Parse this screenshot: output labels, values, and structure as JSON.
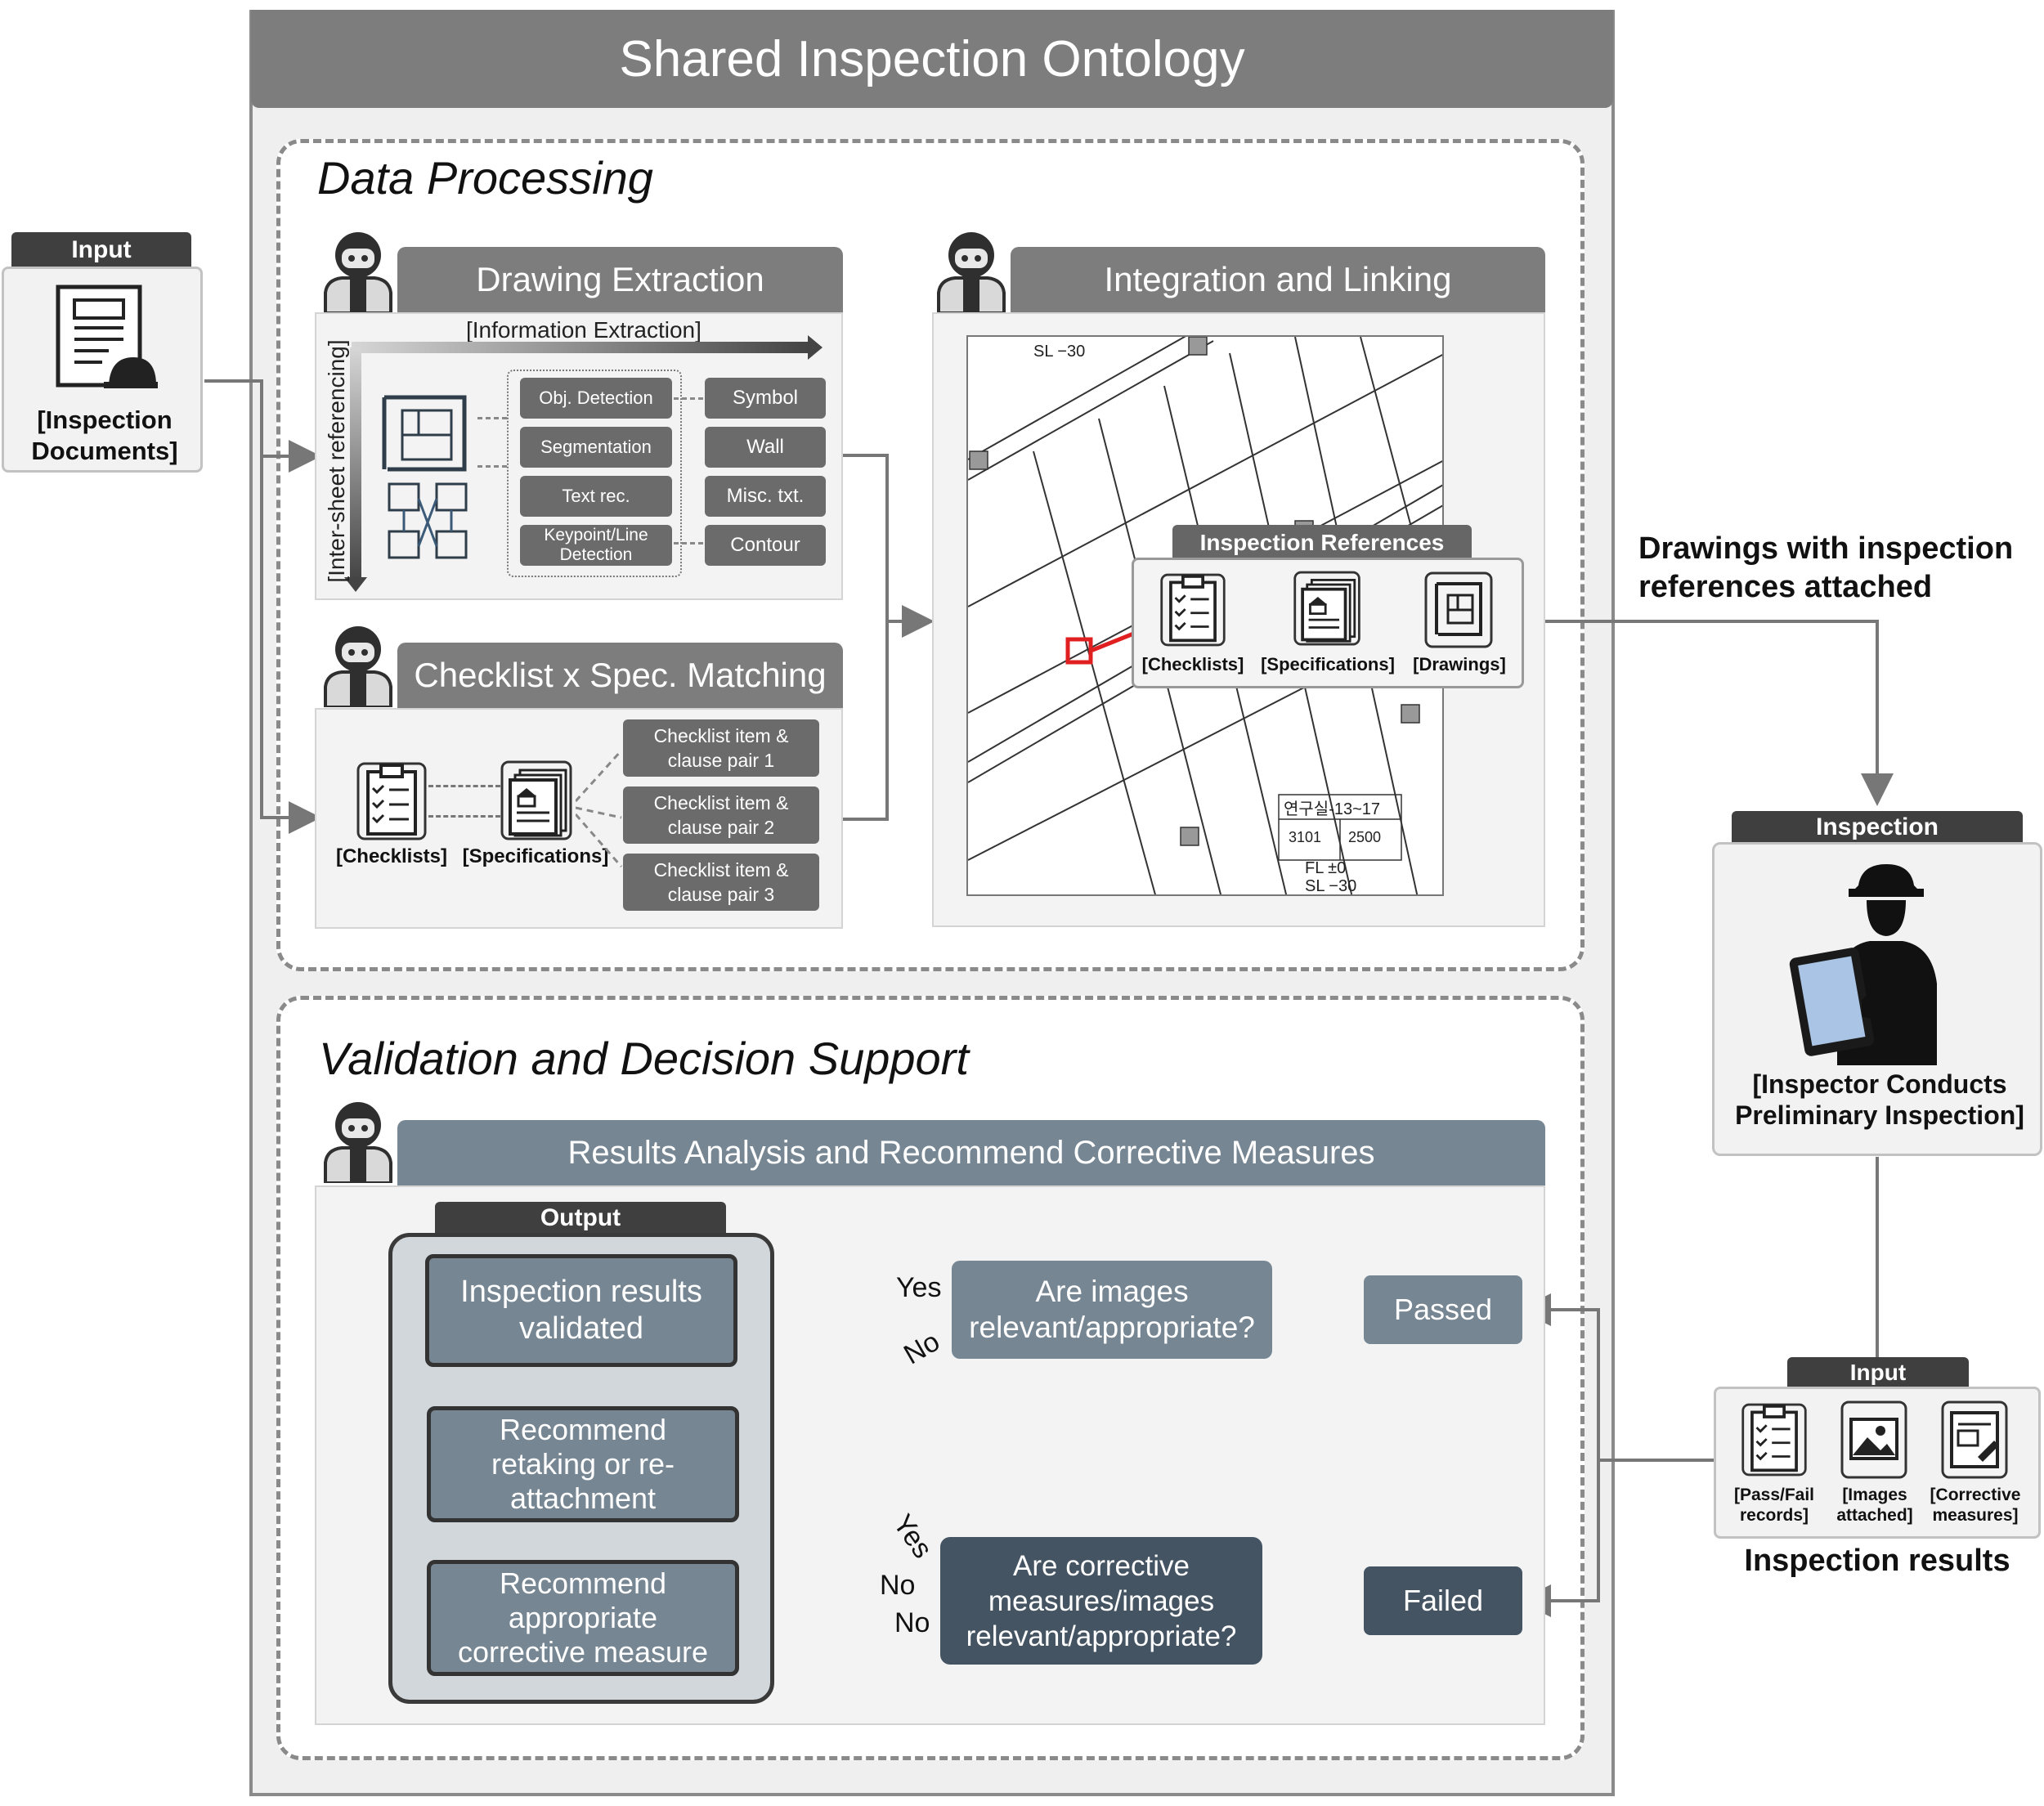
{
  "main_title": "Shared Inspection Ontology",
  "input_left": {
    "tab": "Input",
    "label": "[Inspection Documents]"
  },
  "data_processing": {
    "title": "Data Processing",
    "drawing_extraction": {
      "title": "Drawing Extraction",
      "info_extraction": "[Information Extraction]",
      "inter_sheet": "[Inter-sheet referencing]",
      "methods": [
        "Obj. Detection",
        "Segmentation",
        "Text rec.",
        "Keypoint/Line Detection"
      ],
      "outputs": [
        "Symbol",
        "Wall",
        "Misc. txt.",
        "Contour"
      ]
    },
    "checklist_matching": {
      "title": "Checklist x Spec. Matching",
      "checklists_label": "[Checklists]",
      "specifications_label": "[Specifications]",
      "pairs": [
        "Checklist item & clause pair 1",
        "Checklist item & clause pair 2",
        "Checklist item & clause pair 3"
      ]
    },
    "integration": {
      "title": "Integration and Linking",
      "plan_texts": {
        "sl_top": "SL −30",
        "room": "연구실-13~17",
        "room_w": "3101",
        "room_h": "2500",
        "fl": "FL ±0",
        "sl_bottom": "SL −30"
      },
      "refs_title": "Inspection References",
      "refs": [
        "[Checklists]",
        "[Specifications]",
        "[Drawings]"
      ]
    }
  },
  "drawings_attached_label": "Drawings with inspection references attached",
  "inspection": {
    "tab": "Inspection",
    "label": "[Inspector Conducts Preliminary Inspection]"
  },
  "input_right": {
    "tab": "Input",
    "items": [
      "[Pass/Fail records]",
      "[Images attached]",
      "[Corrective measures]"
    ],
    "caption": "Inspection results"
  },
  "validation": {
    "title": "Validation and Decision Support",
    "results_header": "Results Analysis and Recommend Corrective Measures",
    "output_tab": "Output",
    "outputs": [
      "Inspection results validated",
      "Recommend retaking or re-attachment",
      "Recommend appropriate corrective measure"
    ],
    "q1": "Are images relevant/appropriate?",
    "q2": "Are corrective measures/images relevant/appropriate?",
    "passed": "Passed",
    "failed": "Failed",
    "yes": "Yes",
    "no": "No"
  },
  "colors": {
    "header_grey": "#7d7d7d",
    "dark_tab": "#3f3f3f",
    "slate": "#768693",
    "slate_dark": "#455462",
    "highlight_red": "#e02020"
  }
}
